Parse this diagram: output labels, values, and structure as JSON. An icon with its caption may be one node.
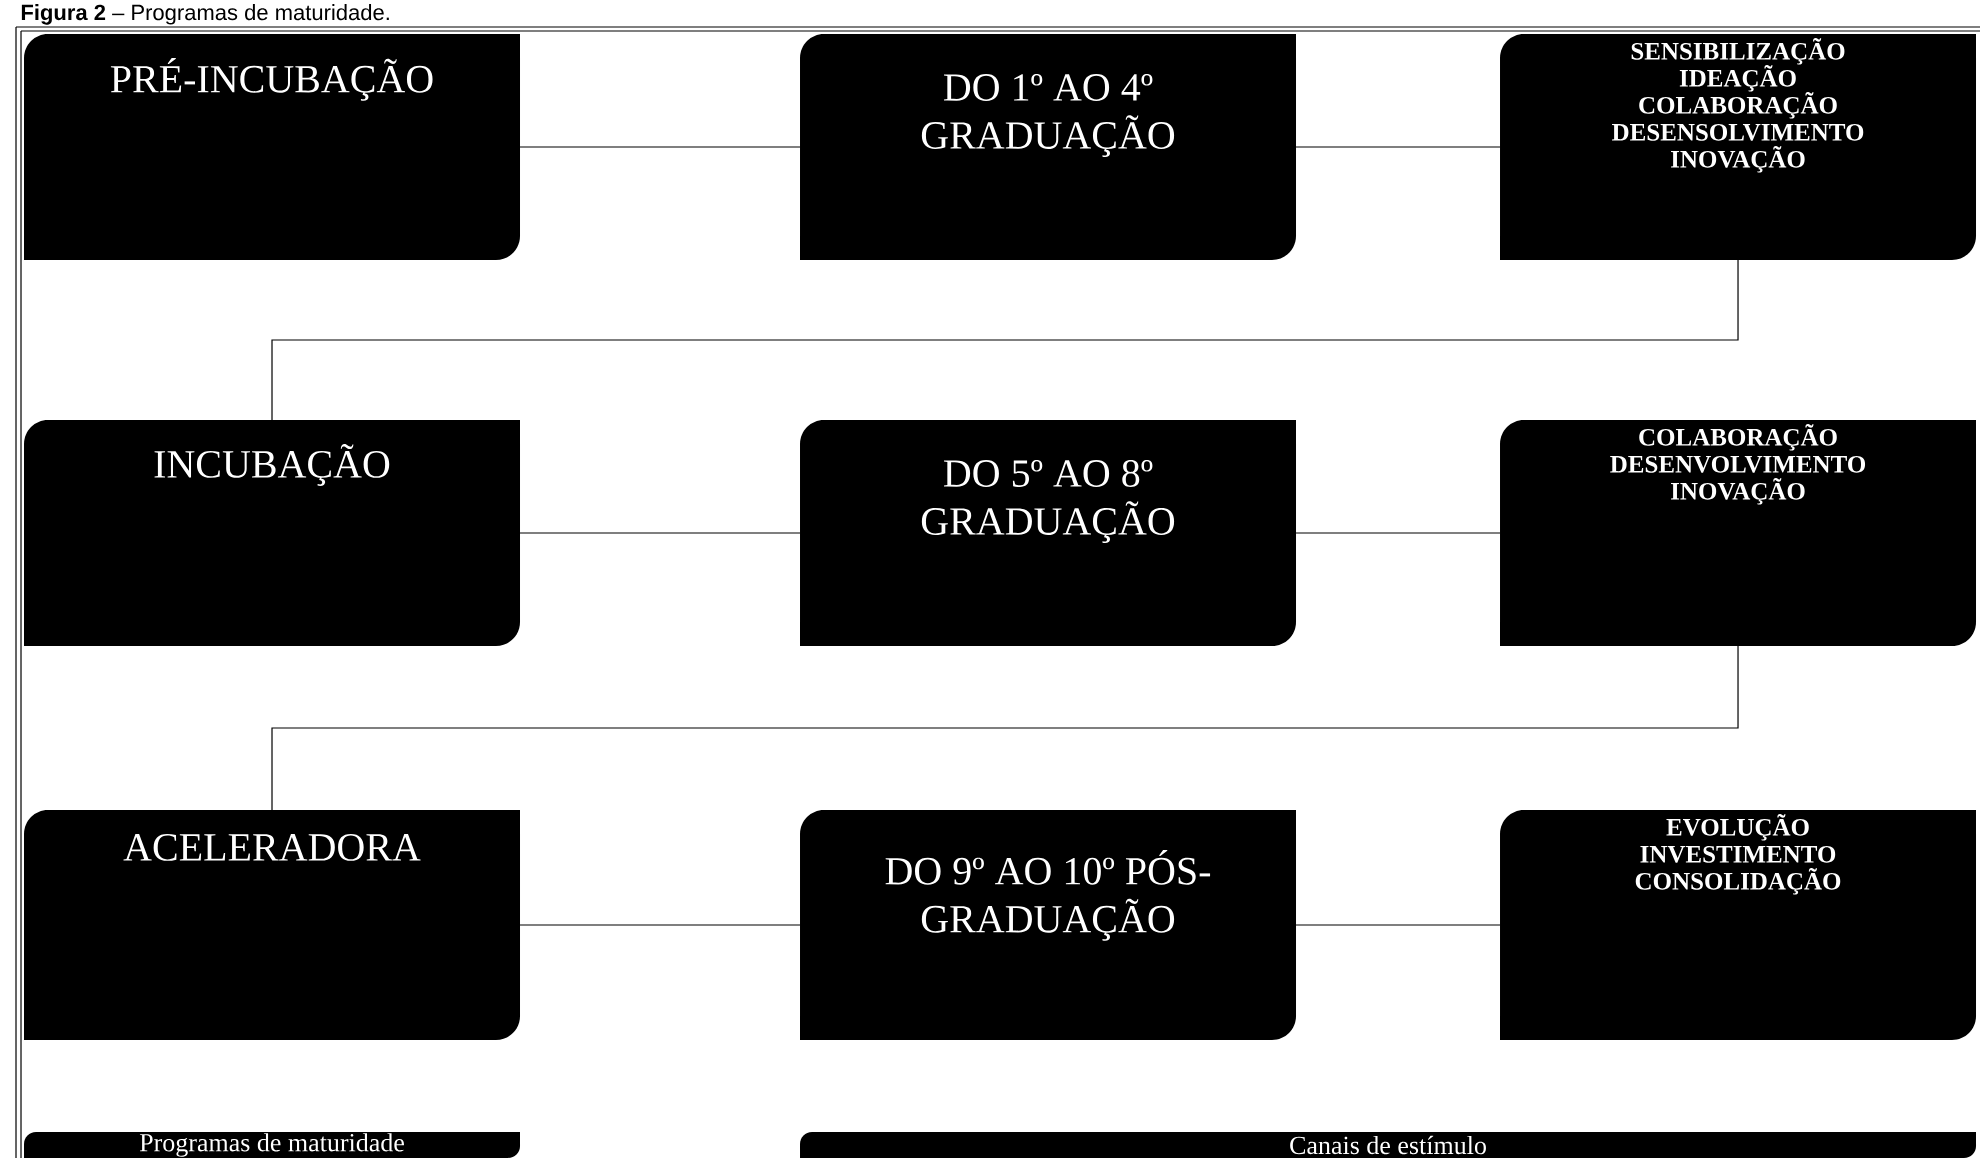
{
  "diagram": {
    "title": "**Figura 2** – Programas de maturidade.",
    "nodes": [
      {
        "text": [
          "PRÉ-INCUBAÇÃO"
        ]
      },
      {
        "text": [
          "DO 1º AO 4º GRADUAÇÃO"
        ]
      },
      {
        "text": [
          "SENSIBILIZAÇÃO IDEAÇÃO COLABORAÇÃO DESENSOLVIMENTO INOVAÇÃO"
        ]
      },
      {
        "text": [
          "INCUBAÇÃO"
        ]
      },
      {
        "text": [
          "DO 5º AO 8º GRADUAÇÃO"
        ]
      },
      {
        "text": [
          "COLABORAÇÃO DESENVOLVIMENTO INOVAÇÃO"
        ]
      },
      {
        "text": [
          "ACELERADORA"
        ]
      },
      {
        "text": [
          "DO 9º AO 10º PÓS-GRADUAÇÃO"
        ]
      },
      {
        "text": [
          "EVOLUÇÃO INVESTIMENTO CONSOLIDAÇÃO"
        ]
      },
      {
        "text": [
          "Programas de maturidade"
        ]
      },
      {
        "text": [
          "Canais de estímulo"
        ]
      }
    ],
    "edges": [
      {
        "from": 0,
        "to": 1,
        "arrow": "none"
      },
      {
        "from": 1,
        "to": 2,
        "arrow": "none"
      },
      {
        "from": 2,
        "to": 3,
        "arrow": "none"
      },
      {
        "from": 3,
        "to": 4,
        "arrow": "none"
      },
      {
        "from": 4,
        "to": 5,
        "arrow": "none"
      },
      {
        "from": 5,
        "to": 6,
        "arrow": "none"
      },
      {
        "from": 6,
        "to": 7,
        "arrow": "none"
      },
      {
        "from": 7,
        "to": 8,
        "arrow": "none"
      }
    ]
  }
}
